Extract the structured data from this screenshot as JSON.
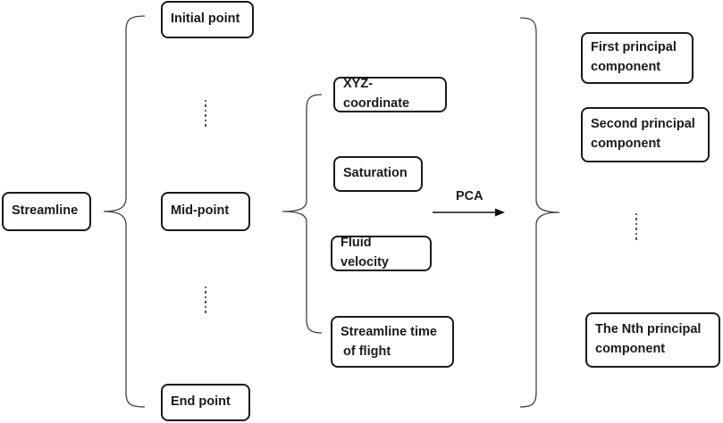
{
  "streamline": "Streamline",
  "points": {
    "initial": "Initial point",
    "mid": "Mid-point",
    "end": "End point"
  },
  "features": {
    "xyz": "XYZ-coordinate",
    "saturation": "Saturation",
    "velocity": "Fluid velocity",
    "tof_line1": "Streamline time",
    "tof_line2": "of flight"
  },
  "arrow_label": "PCA",
  "components": {
    "first_line1": "First principal",
    "first_line2": "component",
    "second_line1": "Second principal",
    "second_line2": "component",
    "nth_line1": "The Nth principal",
    "nth_line2": "component"
  }
}
